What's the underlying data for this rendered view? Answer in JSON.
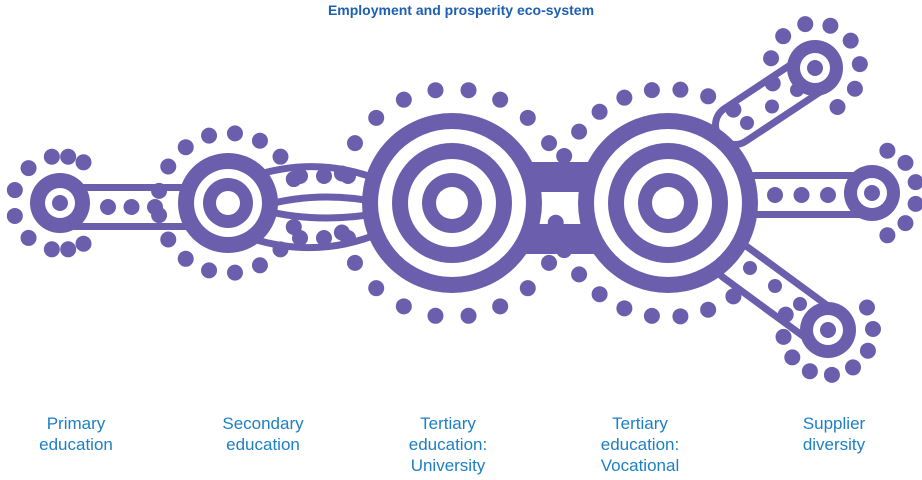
{
  "title": "Employment and prosperity eco-system",
  "colors": {
    "motif": "#6b5fad",
    "title": "#1d5fb0",
    "label": "#1d7fc4",
    "background": "#ffffff"
  },
  "stages": [
    {
      "id": "primary-education",
      "lines": [
        "Primary",
        "education"
      ]
    },
    {
      "id": "secondary-education",
      "lines": [
        "Secondary",
        "education"
      ]
    },
    {
      "id": "tertiary-university",
      "lines": [
        "Tertiary",
        "education:",
        "University"
      ]
    },
    {
      "id": "tertiary-vocational",
      "lines": [
        "Tertiary",
        "education:",
        "Vocational"
      ]
    },
    {
      "id": "supplier-diversity",
      "lines": [
        "Supplier",
        "diversity"
      ]
    }
  ]
}
